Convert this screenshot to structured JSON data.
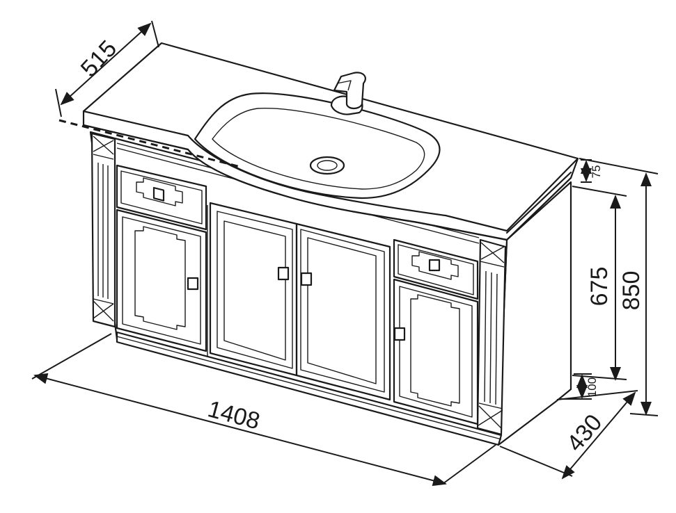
{
  "dimensions": {
    "top_depth": "515",
    "width": "1408",
    "base_depth": "430",
    "total_height": "850",
    "cabinet_height": "675",
    "top_thickness": "75",
    "plinth_height": "100"
  },
  "colors": {
    "line": "#1a1a1a",
    "background": "#ffffff"
  }
}
